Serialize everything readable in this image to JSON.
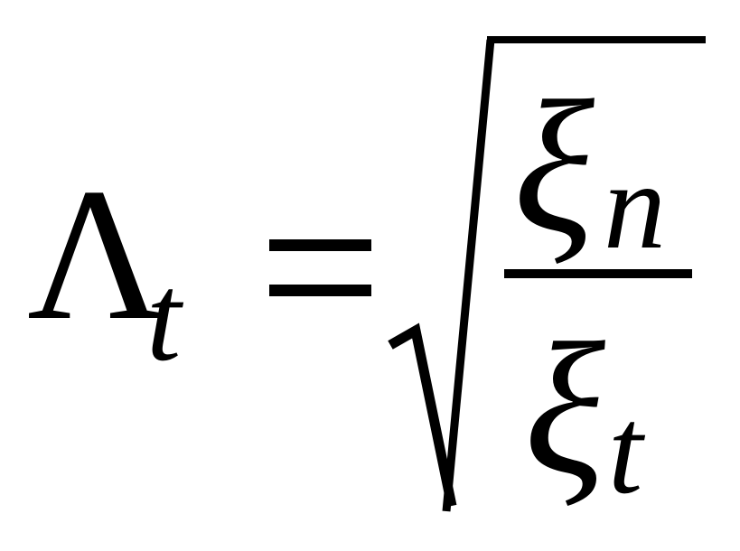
{
  "equation": {
    "lhs": {
      "symbol": "Λ",
      "subscript": "t"
    },
    "operator": "=",
    "radicand": {
      "numerator": {
        "symbol": "ξ",
        "subscript": "n"
      },
      "denominator": {
        "symbol": "ξ",
        "subscript": "t"
      }
    }
  },
  "colors": {
    "ink": "#000000",
    "background": "#ffffff"
  }
}
